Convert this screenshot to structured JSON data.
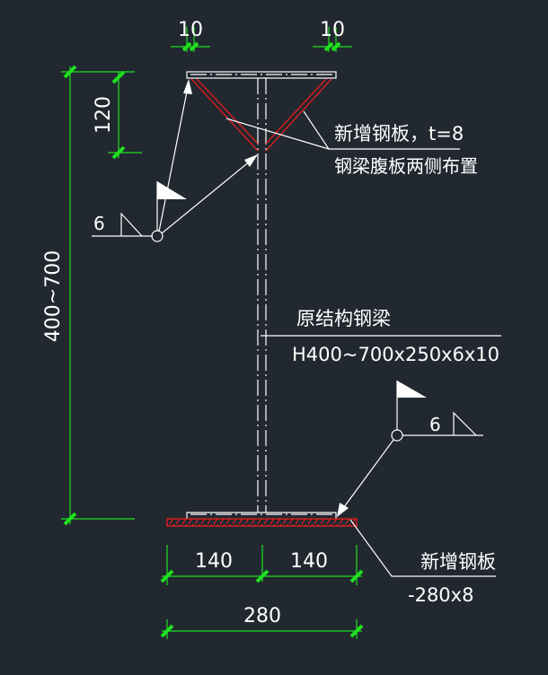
{
  "dimensions": {
    "top_left_weld": "10",
    "top_right_weld": "10",
    "stiffener_height": "120",
    "beam_height": "400~700",
    "half_left": "140",
    "half_right": "140",
    "total_width": "280"
  },
  "labels": {
    "stiffener_title": "新增钢板，t=8",
    "stiffener_note": "钢梁腹板两侧布置",
    "beam_title": "原结构钢梁",
    "beam_spec": "H400~700x250x6x10",
    "plate_title": "新增钢板",
    "plate_spec": "-280x8"
  },
  "welds": {
    "left_size": "6",
    "right_size": "6"
  },
  "colors": {
    "background": "#212830",
    "dimension": "#1fe01f",
    "new_steel": "#ff1a1a",
    "existing": "#ffffff"
  }
}
